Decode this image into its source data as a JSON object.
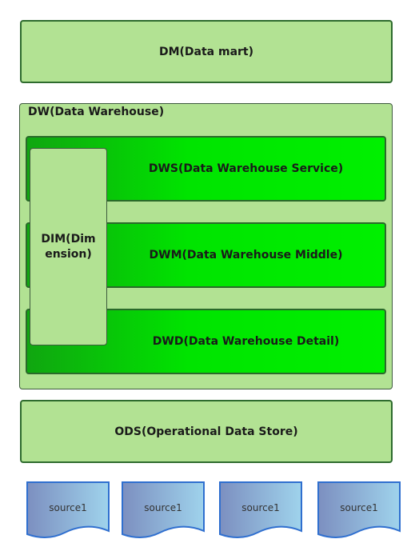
{
  "layers": {
    "dm": "DM(Data mart)",
    "dw": "DW(Data Warehouse)",
    "dws": "DWS(Data Warehouse Service)",
    "dwm": "DWM(Data Warehouse Middle)",
    "dwd": "DWD(Data Warehouse Detail)",
    "dim_line1": "DIM(Dim",
    "dim_line2": "ension)",
    "ods": "ODS(Operational Data Store)"
  },
  "sources": [
    "source1",
    "source1",
    "source1",
    "source1"
  ],
  "colors": {
    "light_green": "#b2e293",
    "bright_green": "#00e400",
    "source_gradient_start": "#7c8fc0",
    "source_gradient_end": "#9fd3ec",
    "source_border": "#2f6fcf"
  }
}
